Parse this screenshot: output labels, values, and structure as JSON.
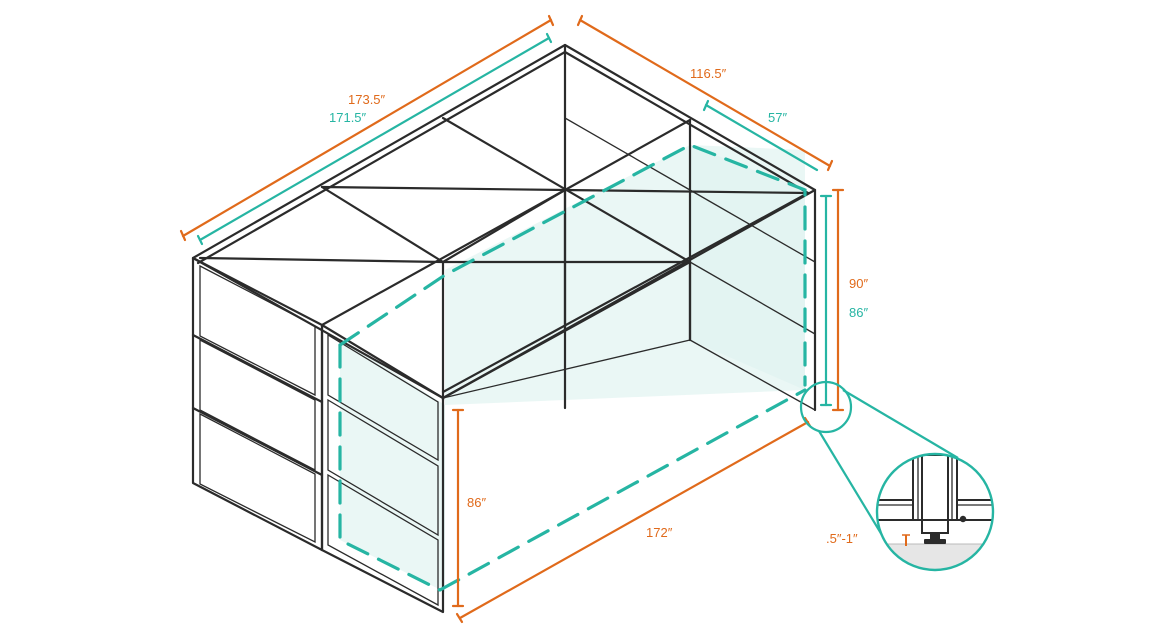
{
  "colors": {
    "orange": "#e06a1b",
    "teal": "#26b5a3",
    "glass": "#dff2f0",
    "frame": "#2b2b2b"
  },
  "dimensions": {
    "outer_length": "173.5″",
    "inner_length": "171.5″",
    "outer_depth": "116.5″",
    "bay_depth": "57″",
    "outer_height": "90″",
    "inner_height_right": "86″",
    "inner_height_front": "86″",
    "floor_length": "172″",
    "leveler_gap": ".5″-1″"
  },
  "detail": {
    "icon": "magnified-leveler-foot"
  }
}
